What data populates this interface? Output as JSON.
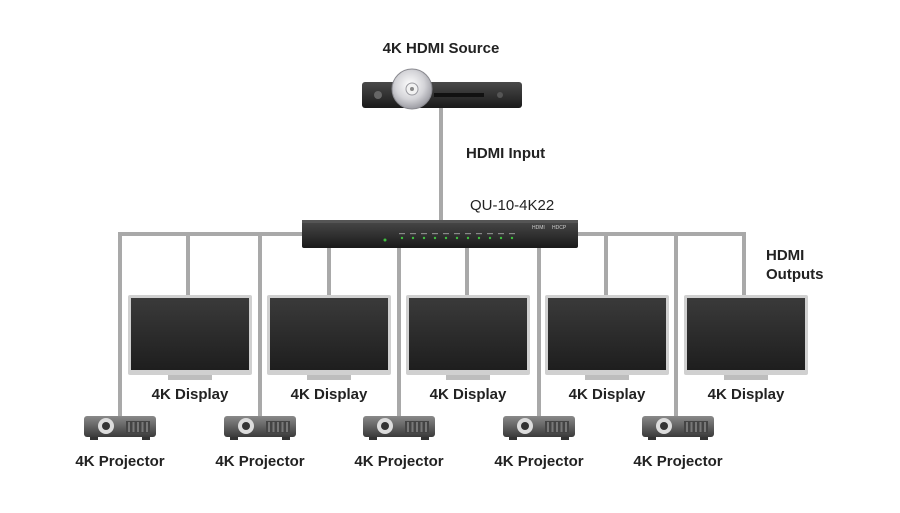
{
  "source": {
    "title": "4K HDMI Source"
  },
  "input_label": "HDMI Input",
  "splitter": {
    "model": "QU-10-4K22",
    "badge_hdmi": "HDMI",
    "badge_hdcp": "HDCP"
  },
  "outputs_label": {
    "line1": "HDMI",
    "line2": "Outputs"
  },
  "displays": [
    {
      "label": "4K Display"
    },
    {
      "label": "4K Display"
    },
    {
      "label": "4K Display"
    },
    {
      "label": "4K Display"
    },
    {
      "label": "4K Display"
    }
  ],
  "projectors": [
    {
      "label": "4K Projector"
    },
    {
      "label": "4K Projector"
    },
    {
      "label": "4K Projector"
    },
    {
      "label": "4K Projector"
    },
    {
      "label": "4K Projector"
    }
  ],
  "colors": {
    "cable": "#a9a9a9",
    "device_dark": "#2b2b2b",
    "screen": "#2e2e2e",
    "bezel": "#d0d0d0",
    "projector_body": "#5a5a5a",
    "led_green": "#3fbf3f"
  }
}
